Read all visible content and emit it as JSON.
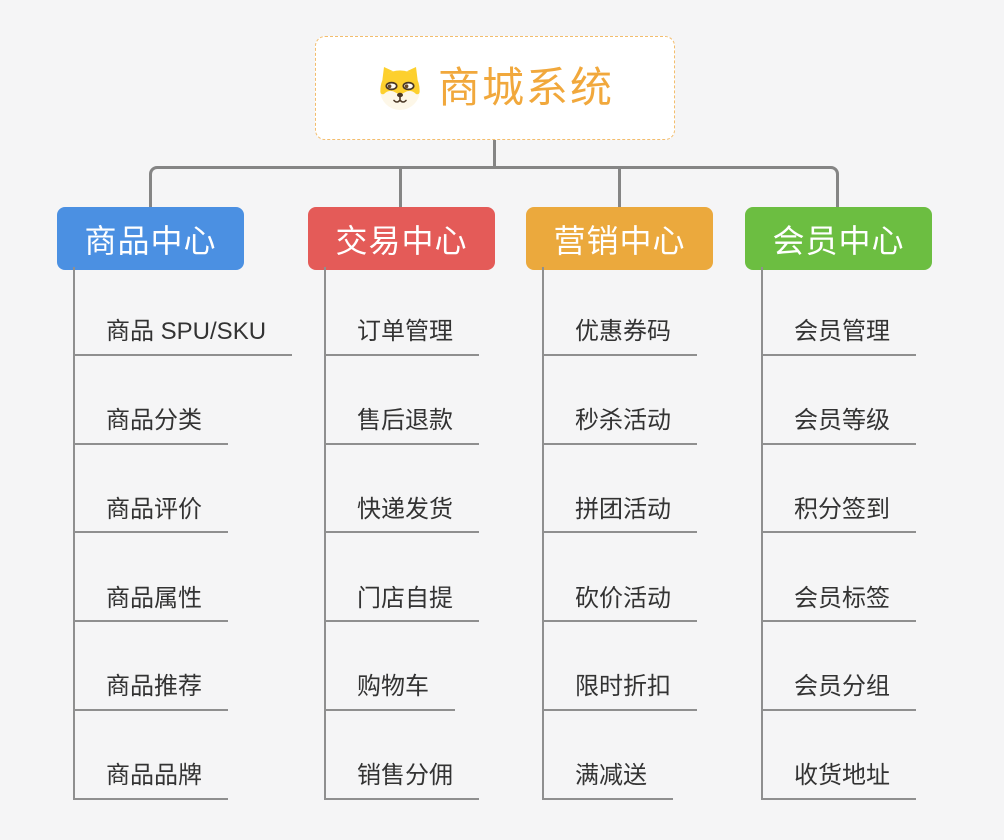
{
  "root": {
    "title": "商城系统",
    "icon": "dog-face-icon"
  },
  "branches": [
    {
      "label": "商品中心",
      "color": "#4b90e2",
      "children": [
        "商品 SPU/SKU",
        "商品分类",
        "商品评价",
        "商品属性",
        "商品推荐",
        "商品品牌"
      ]
    },
    {
      "label": "交易中心",
      "color": "#e45b58",
      "children": [
        "订单管理",
        "售后退款",
        "快递发货",
        "门店自提",
        "购物车",
        "销售分佣"
      ]
    },
    {
      "label": "营销中心",
      "color": "#eba93d",
      "children": [
        "优惠券码",
        "秒杀活动",
        "拼团活动",
        "砍价活动",
        "限时折扣",
        "满减送"
      ]
    },
    {
      "label": "会员中心",
      "color": "#6cbe41",
      "children": [
        "会员管理",
        "会员等级",
        "积分签到",
        "会员标签",
        "会员分组",
        "收货地址"
      ]
    }
  ],
  "colors": {
    "bg": "#f5f5f6",
    "root_accent": "#f1a83c",
    "root_border": "#f3bd6d",
    "line": "#858585",
    "line2": "#8f8f8f",
    "text": "#333333"
  }
}
